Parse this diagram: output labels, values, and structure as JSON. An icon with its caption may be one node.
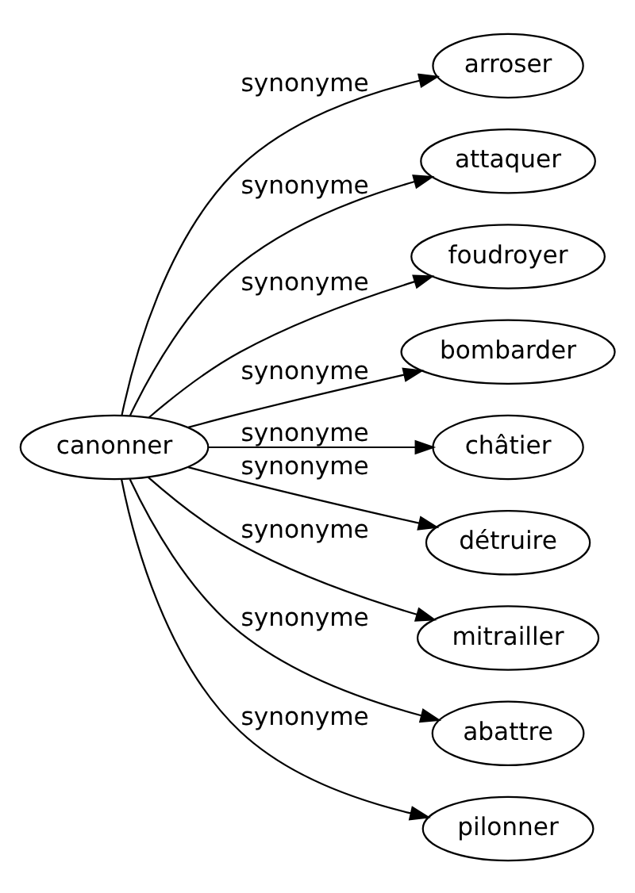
{
  "diagram": {
    "nodes": [
      {
        "text": [
          "canonner"
        ]
      },
      {
        "text": [
          "arroser"
        ]
      },
      {
        "text": [
          "attaquer"
        ]
      },
      {
        "text": [
          "foudroyer"
        ]
      },
      {
        "text": [
          "bombarder"
        ]
      },
      {
        "text": [
          "châtier"
        ]
      },
      {
        "text": [
          "détruire"
        ]
      },
      {
        "text": [
          "mitrailler"
        ]
      },
      {
        "text": [
          "abattre"
        ]
      },
      {
        "text": [
          "pilonner"
        ]
      }
    ],
    "edges": [
      {
        "from": 0,
        "to": 1,
        "arrow": "to",
        "label": "synonyme"
      },
      {
        "from": 0,
        "to": 2,
        "arrow": "to",
        "label": "synonyme"
      },
      {
        "from": 0,
        "to": 3,
        "arrow": "to",
        "label": "synonyme"
      },
      {
        "from": 0,
        "to": 4,
        "arrow": "to",
        "label": "synonyme"
      },
      {
        "from": 0,
        "to": 5,
        "arrow": "to",
        "label": "synonyme"
      },
      {
        "from": 0,
        "to": 6,
        "arrow": "to",
        "label": "synonyme"
      },
      {
        "from": 0,
        "to": 7,
        "arrow": "to",
        "label": "synonyme"
      },
      {
        "from": 0,
        "to": 8,
        "arrow": "to",
        "label": "synonyme"
      },
      {
        "from": 0,
        "to": 9,
        "arrow": "to",
        "label": "synonyme"
      }
    ]
  }
}
